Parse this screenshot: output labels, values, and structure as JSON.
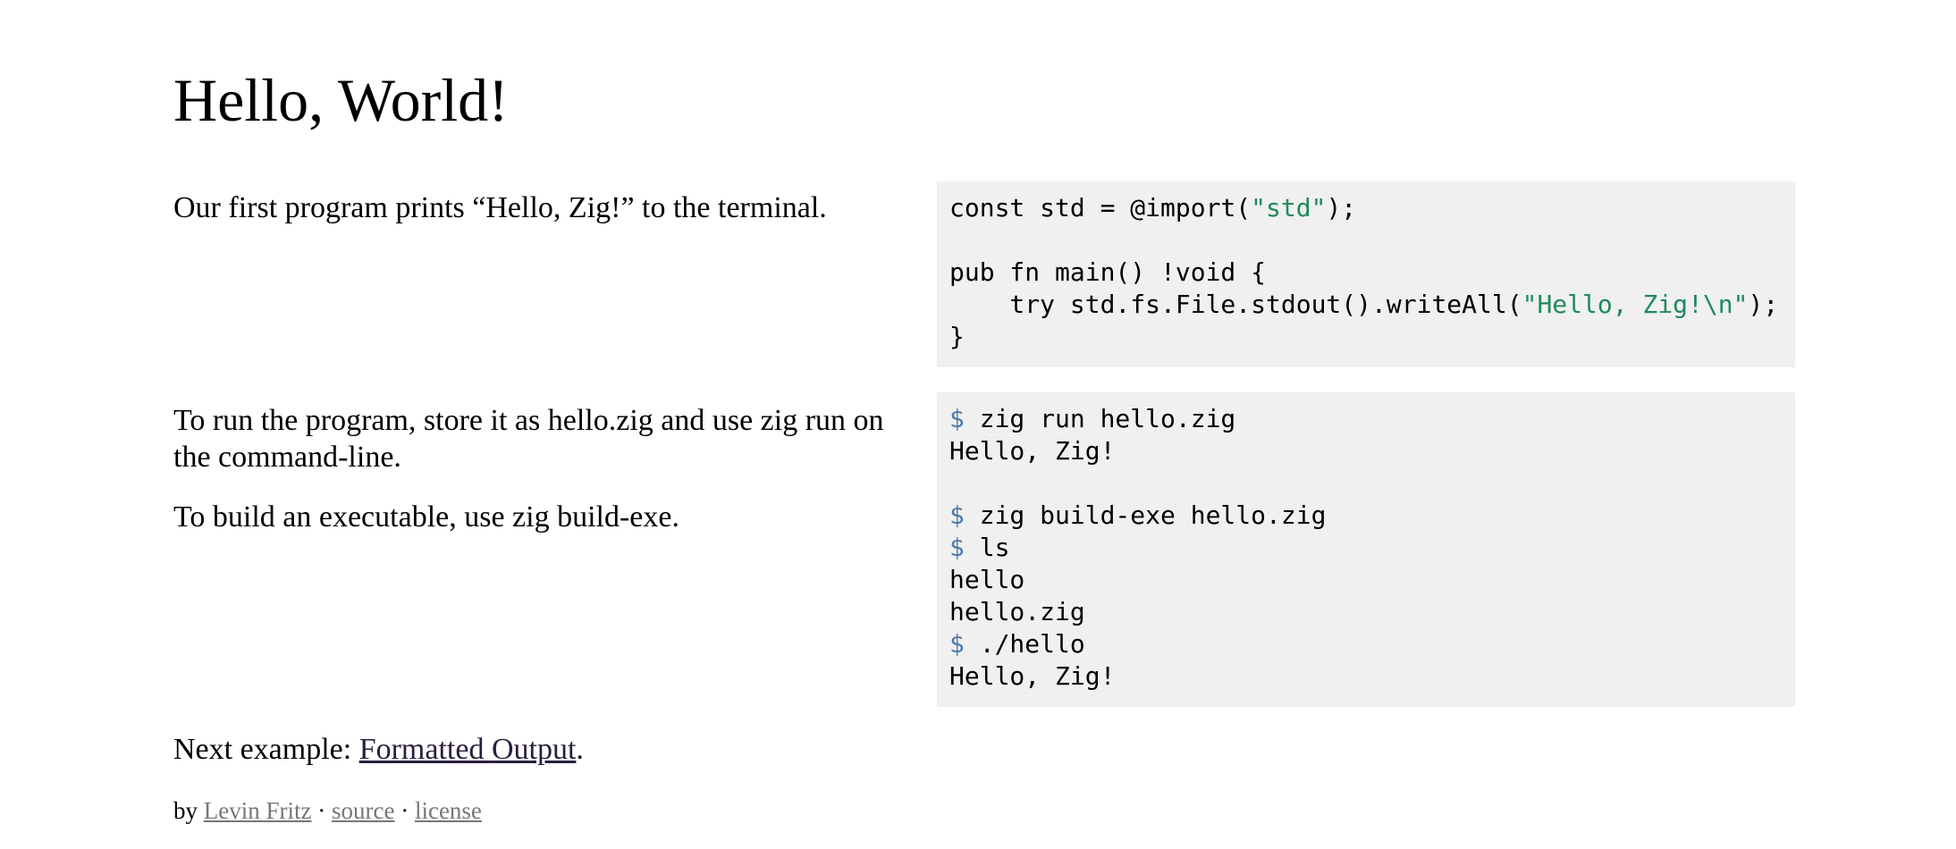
{
  "title": "Hello, World!",
  "sections": [
    {
      "paragraphs": [
        "Our first program prints “Hello, Zig!” to the terminal."
      ],
      "code": [
        [
          {
            "t": "const std = @import("
          },
          {
            "t": "\"std\"",
            "s": "str"
          },
          {
            "t": ");"
          }
        ],
        [],
        [
          {
            "t": "pub fn main() !void {"
          }
        ],
        [
          {
            "t": "    try std.fs.File.stdout().writeAll("
          },
          {
            "t": "\"Hello, Zig!\\n\"",
            "s": "str"
          },
          {
            "t": ");"
          }
        ],
        [
          {
            "t": "}"
          }
        ]
      ]
    },
    {
      "paragraphs": [
        "To run the program, store it as hello.zig and use zig run on the command-line.",
        "To build an executable, use zig build-exe."
      ],
      "code": [
        [
          {
            "t": "$",
            "s": "prompt"
          },
          {
            "t": " zig run hello.zig"
          }
        ],
        [
          {
            "t": "Hello, Zig!"
          }
        ],
        [],
        [
          {
            "t": "$",
            "s": "prompt"
          },
          {
            "t": " zig build-exe hello.zig"
          }
        ],
        [
          {
            "t": "$",
            "s": "prompt"
          },
          {
            "t": " ls"
          }
        ],
        [
          {
            "t": "hello"
          }
        ],
        [
          {
            "t": "hello.zig"
          }
        ],
        [
          {
            "t": "$",
            "s": "prompt"
          },
          {
            "t": " ./hello"
          }
        ],
        [
          {
            "t": "Hello, Zig!"
          }
        ]
      ]
    }
  ],
  "next": {
    "prefix": "Next example: ",
    "link": "Formatted Output",
    "suffix": "."
  },
  "footer": {
    "by": "by ",
    "author": "Levin Fritz",
    "sep": " · ",
    "source": "source",
    "license": "license"
  },
  "colors": {
    "string": "#1e8a5c",
    "prompt": "#4f78a8",
    "code_bg": "#f0f0f0"
  }
}
